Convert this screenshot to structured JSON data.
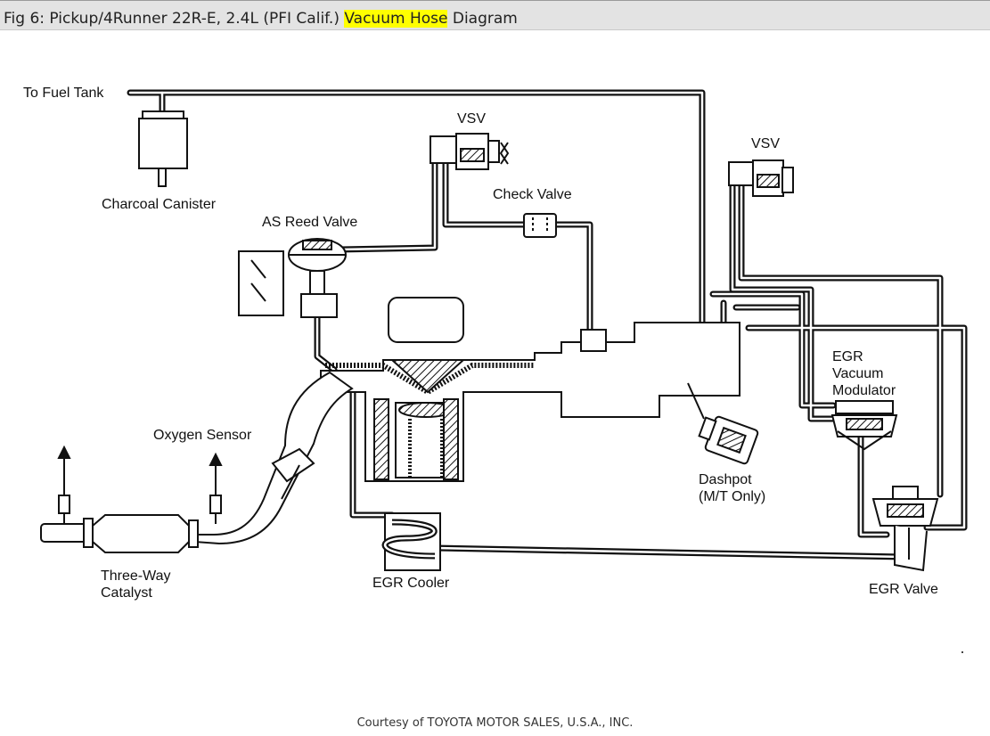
{
  "title": {
    "prefix": "Fig 6: Pickup/4Runner 22R-E, 2.4L (PFI Calif.) ",
    "highlight": "Vacuum Hose",
    "suffix": " Diagram",
    "highlight_color": "#ffff00"
  },
  "labels": {
    "to_fuel_tank": "To Fuel Tank",
    "charcoal_canister": "Charcoal Canister",
    "vsv_1": "VSV",
    "vsv_2": "VSV",
    "check_valve": "Check Valve",
    "as_reed_valve": "AS Reed Valve",
    "oxygen_sensor": "Oxygen Sensor",
    "egr_vacuum_modulator_1": "EGR",
    "egr_vacuum_modulator_2": "Vacuum",
    "egr_vacuum_modulator_3": "Modulator",
    "dashpot_1": "Dashpot",
    "dashpot_2": "(M/T Only)",
    "three_way_catalyst_1": "Three-Way",
    "three_way_catalyst_2": "Catalyst",
    "egr_cooler": "EGR Cooler",
    "egr_valve": "EGR Valve"
  },
  "credit": "Courtesy of TOYOTA MOTOR SALES, U.S.A., INC."
}
